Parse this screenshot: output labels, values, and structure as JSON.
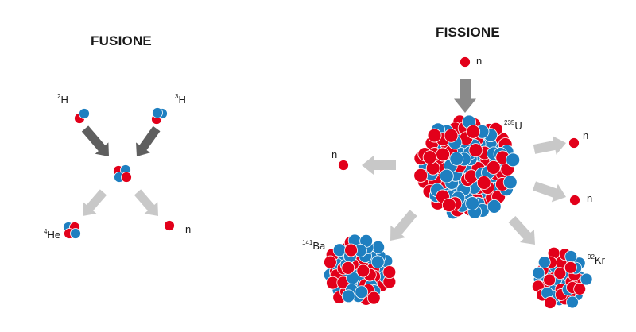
{
  "colors": {
    "proton": "#e2001a",
    "neutron": "#1e7fc0",
    "arrow_dark": "#5f5f5f",
    "arrow_light": "#c8c8c8",
    "text": "#1a1a1a"
  },
  "fusion": {
    "title": "FUSIONE",
    "deuterium": {
      "mass": "2",
      "symbol": "H"
    },
    "tritium": {
      "mass": "3",
      "symbol": "H"
    },
    "helium": {
      "mass": "4",
      "symbol": "He"
    },
    "neutron": {
      "symbol": "n"
    }
  },
  "fission": {
    "title": "FISSIONE",
    "incoming_neutron": {
      "symbol": "n"
    },
    "uranium": {
      "mass": "235",
      "symbol": "U"
    },
    "released_neutrons": [
      {
        "symbol": "n"
      },
      {
        "symbol": "n"
      },
      {
        "symbol": "n"
      }
    ],
    "barium": {
      "mass": "141",
      "symbol": "Ba"
    },
    "krypton": {
      "mass": "92",
      "symbol": "Kr"
    }
  }
}
